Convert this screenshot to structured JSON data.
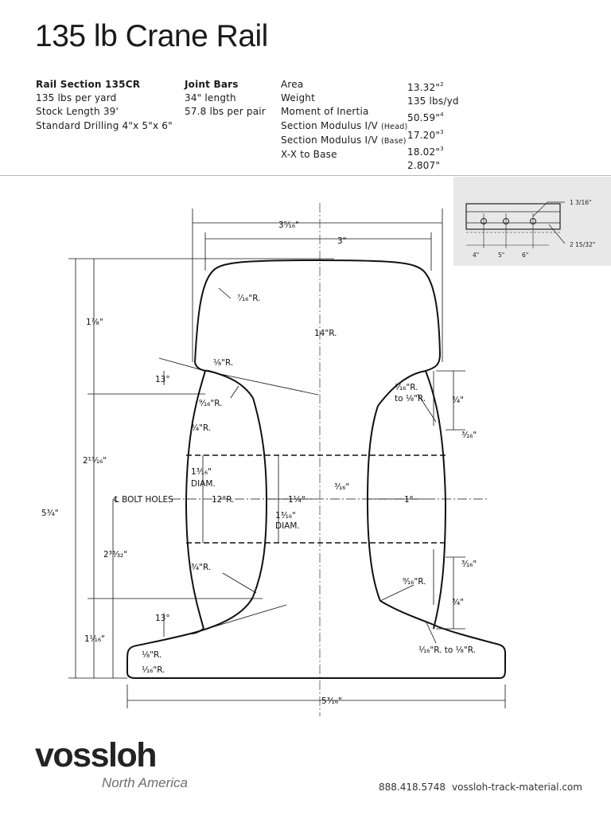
{
  "title": "135 lb Crane Rail",
  "rail_section": {
    "heading": "Rail Section 135CR",
    "weight": "135 lbs per yard",
    "stock_length": "Stock Length 39'",
    "drilling": "Standard Drilling 4\"x 5\"x 6\""
  },
  "joint_bars": {
    "heading": "Joint Bars",
    "length": "34\" length",
    "weight": "57.8 lbs per pair"
  },
  "properties": [
    {
      "label": "Area",
      "qualifier": "",
      "value": "13.32\"",
      "exp": "2"
    },
    {
      "label": "Weight",
      "qualifier": "",
      "value": "135 lbs/yd",
      "exp": ""
    },
    {
      "label": "Moment of Inertia",
      "qualifier": "",
      "value": "50.59\"",
      "exp": "4"
    },
    {
      "label": "Section Modulus I/V",
      "qualifier": "(Head)",
      "value": "17.20\"",
      "exp": "3"
    },
    {
      "label": "Section Modulus I/V",
      "qualifier": "(Base)",
      "value": "18.02\"",
      "exp": "3"
    },
    {
      "label": "X-X to Base",
      "qualifier": "",
      "value": "2.807\"",
      "exp": ""
    }
  ],
  "inset": {
    "labels": [
      "1 3/16\"",
      "2 15/32\"",
      "4\"",
      "5\"",
      "6\""
    ]
  },
  "drawing": {
    "dims": {
      "head_width": "3⁵⁄₁₆\"",
      "head_inner": "3\"",
      "head_height": "1⁷⁄₈\"",
      "web_height": "2¹³⁄₁₆\"",
      "total_height": "5³⁄₄\"",
      "bolt_height": "2³³⁄₃₂\"",
      "base_height": "1¹⁄₁₆\"",
      "base_width": "5³⁄₁₆\"",
      "head_radius": "⁷⁄₁₆\"R.",
      "crown_radius": "14\"R.",
      "corner_left": "¹⁄₈\"R.",
      "angle_top": "13°",
      "angle_bottom": "13°",
      "r_9_16_top": "⁹⁄₁₆\"R.",
      "r_3_4_top": "³⁄₄\"R.",
      "right_top_r": "¹⁄₁₆\"R.",
      "right_top_r2": "to ¹⁄₈\"R.",
      "right_3_4_top": "³⁄₄\"",
      "right_3_16_top": "³⁄₁₆\"",
      "bolt_diam_left": "1³⁄₁₆\"",
      "diam": "DIAM.",
      "bolt_holes": "℄ BOLT HOLES",
      "web_radius": "12\"R.",
      "web_thick": "1¹⁄₄\"",
      "bolt_diam_center": "1³⁄₁₆\"",
      "right_3_16_mid": "³⁄₁₆\"",
      "right_1": "1\"",
      "r_3_4_bottom": "³⁄₄\"R.",
      "r_9_16_bottom": "⁹⁄₁₆\"R.",
      "right_3_16_bot": "³⁄₁₆\"",
      "right_3_4_bot": "³⁄₄\"",
      "base_corner_1": "¹⁄₈\"R.",
      "base_corner_2": "¹⁄₁₆\"R.",
      "right_bottom_r": "¹⁄₁₆\"R. to ¹⁄₈\"R."
    }
  },
  "logo": {
    "word": "vossloh",
    "sub": "North America"
  },
  "footer": {
    "phone": "888.418.5748",
    "url": "vossloh-track-material.com"
  }
}
